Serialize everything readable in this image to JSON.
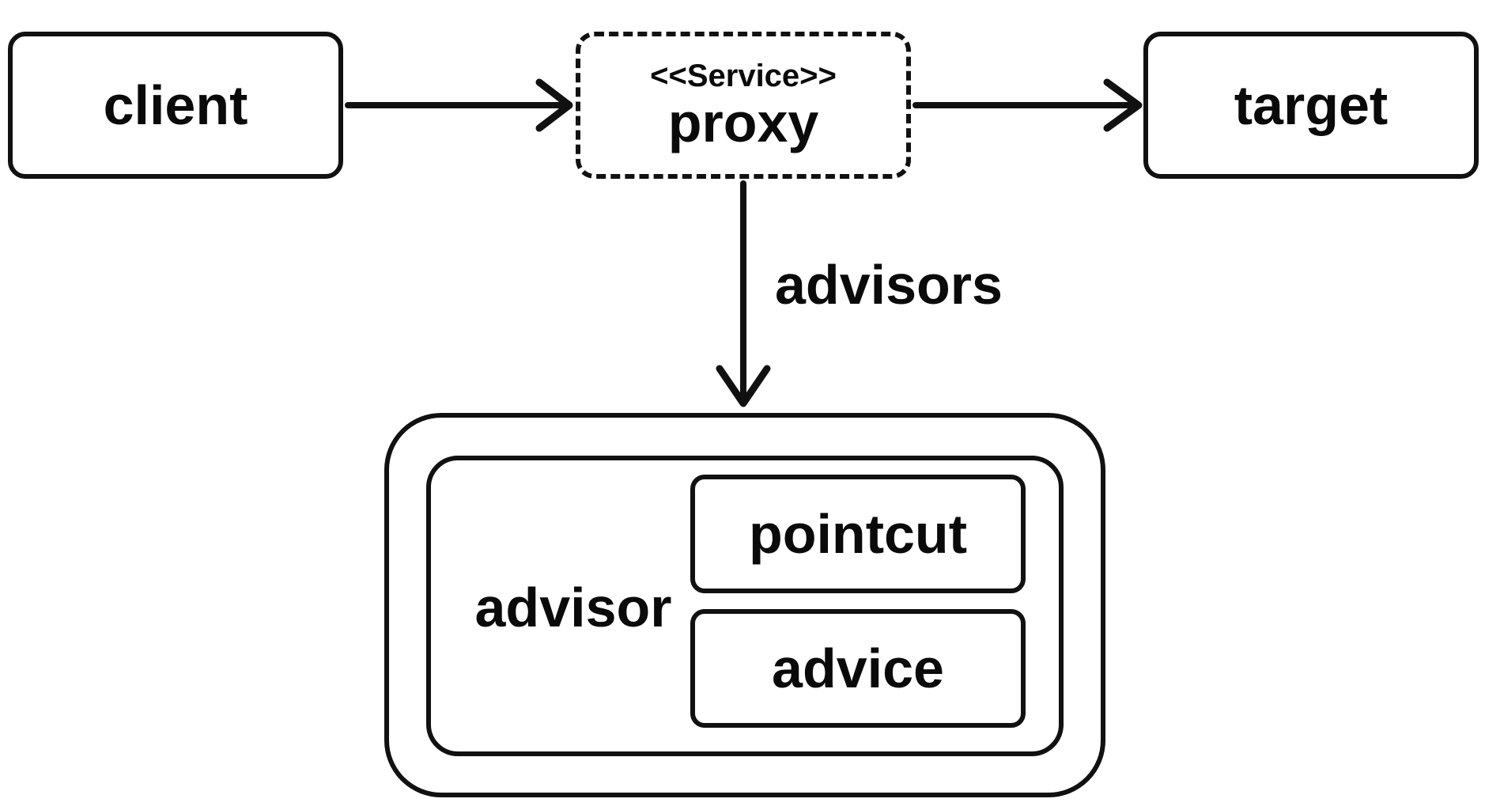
{
  "nodes": {
    "client": "client",
    "proxy_stereotype": "<<Service>>",
    "proxy": "proxy",
    "target": "target",
    "advisor": "advisor",
    "pointcut": "pointcut",
    "advice": "advice"
  },
  "edges": {
    "proxy_to_advisors": "advisors"
  }
}
